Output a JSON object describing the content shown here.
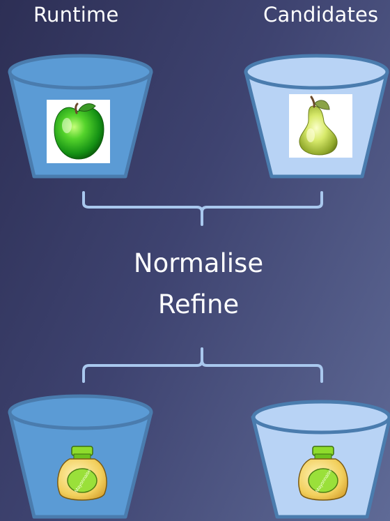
{
  "labels": {
    "runtime": "Runtime",
    "candidates": "Candidates"
  },
  "process": {
    "step1": "Normalise",
    "step2": "Refine"
  },
  "buckets": {
    "top_left": {
      "contents": "apple-icon"
    },
    "top_right": {
      "contents": "pear-icon"
    },
    "bottom_left": {
      "contents": "mayonnaise-jar-icon",
      "jar_text": "Mayonnaise"
    },
    "bottom_right": {
      "contents": "mayonnaise-jar-icon",
      "jar_text": "Mayonnaise"
    }
  },
  "colors": {
    "bucket_dark": "#5b9bd5",
    "bucket_light": "#b8d3f5",
    "bucket_outline": "#4a7cae",
    "bracket": "#a9c8ee",
    "background_start": "#2d2f55",
    "background_end": "#5f6a96"
  }
}
